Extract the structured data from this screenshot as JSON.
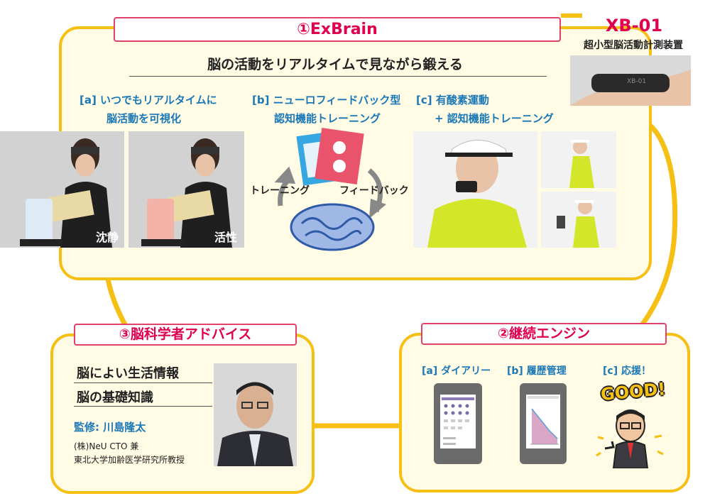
{
  "device": {
    "code": "XB-01",
    "name": "超小型脳活動計測装置",
    "brand": "XB-01"
  },
  "exbrain": {
    "tab": "①ExBrain",
    "headline": "脳の活動をリアルタイムで見ながら鍛える",
    "a_line1": "[a] いつでもリアルタイムに",
    "a_line2": "脳活動を可視化",
    "b_line1": "[b] ニューロフィードバック型",
    "b_line2": "認知機能トレーニング",
    "c_line1": "[c] 有酸素運動",
    "c_line2": "+ 認知機能トレーニング",
    "photo1_tag": "沈静",
    "photo2_tag": "活性",
    "cycle_left": "トレーニング",
    "cycle_right": "フィードバック"
  },
  "continue_engine": {
    "tab": "②継続エンジン",
    "a": "[a] ダイアリー",
    "b": "[b] 履歴管理",
    "c": "[c] 応援！",
    "good": "GOOD!"
  },
  "advice": {
    "tab": "③脳科学者アドバイス",
    "line1": "脳によい生活情報",
    "line2": "脳の基礎知識",
    "supervisor": "監修: 川島隆太",
    "aff1": "(株)NeU CTO 兼",
    "aff2": "東北大学加齢医学研究所教授"
  },
  "colors": {
    "ring": "#f5bf14",
    "panel_bg": "#fffbe4",
    "tab_text": "#e00050",
    "blue_text": "#1a78b8"
  }
}
